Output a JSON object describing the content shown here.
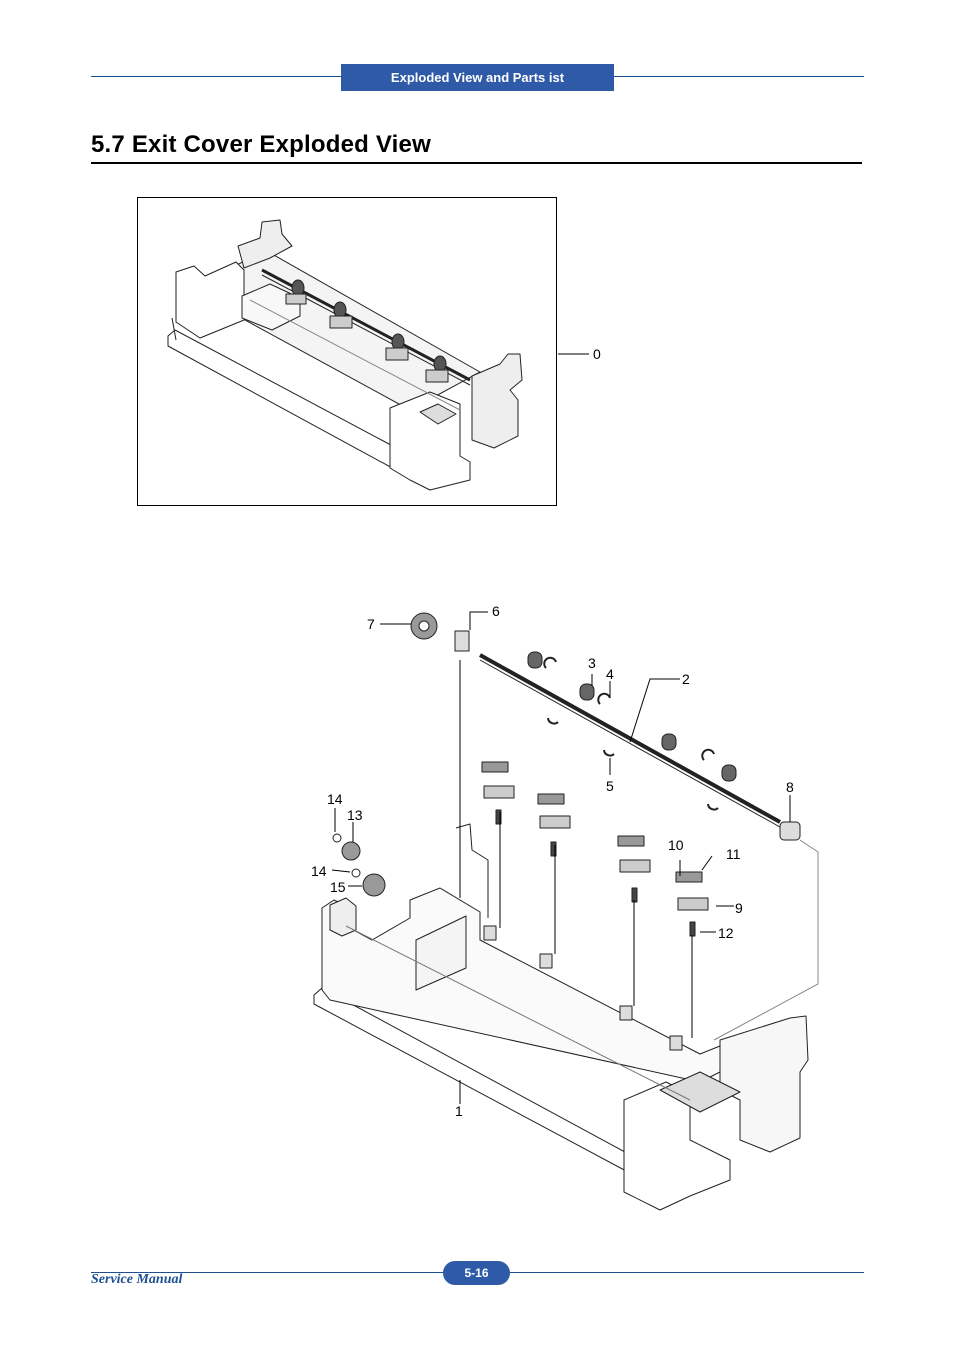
{
  "header": {
    "section_tab": "Exploded View and Parts   ist"
  },
  "title": "5.7  Exit Cover Exploded View",
  "figure": {
    "callouts": [
      "0",
      "1",
      "2",
      "3",
      "4",
      "5",
      "6",
      "7",
      "8",
      "9",
      "10",
      "11",
      "12",
      "13",
      "14",
      "14",
      "15"
    ]
  },
  "footer": {
    "manual_name": "Service Manual",
    "page_number": "5-16"
  }
}
